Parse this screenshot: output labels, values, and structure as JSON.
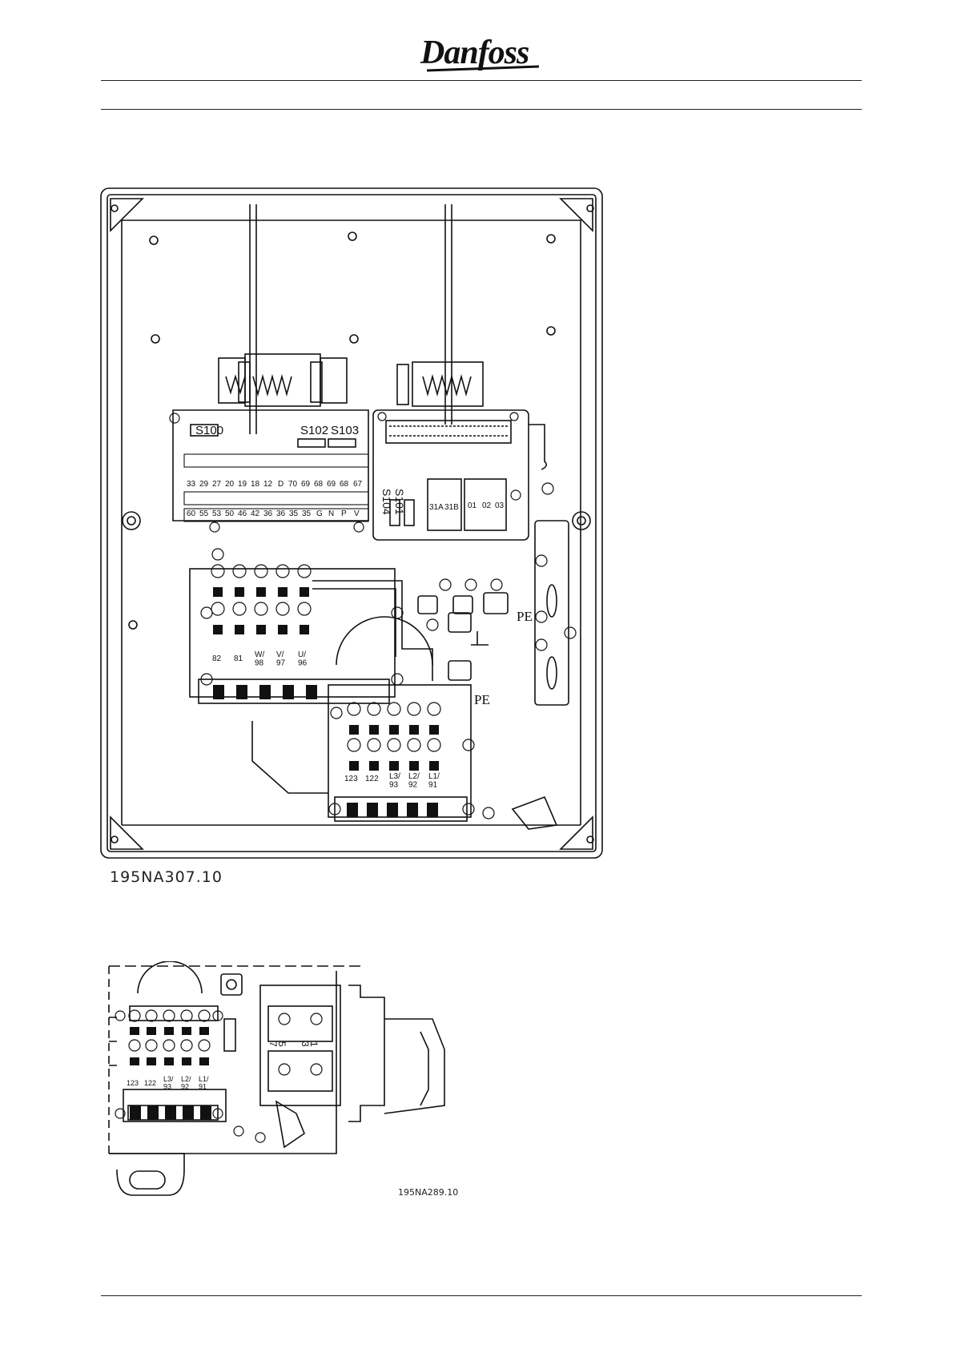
{
  "header": {
    "brand_logo": "Danfoss"
  },
  "figure1": {
    "caption": "195NA307.10",
    "switch_labels": [
      "S100",
      "S102",
      "S103",
      "S104",
      "S101"
    ],
    "control_top_row": [
      "33",
      "29",
      "27",
      "20",
      "19",
      "18",
      "12",
      "D",
      "70",
      "69",
      "68",
      "69",
      "68",
      "67"
    ],
    "control_bottom_row": [
      "60",
      "55",
      "53",
      "50",
      "46",
      "42",
      "36",
      "36",
      "35",
      "35",
      "G",
      "N",
      "P",
      "V"
    ],
    "relay_labels": [
      "31A",
      "31B",
      "01",
      "02",
      "03"
    ],
    "motor_terminal_labels": [
      "82",
      "81",
      "W/\n98",
      "V/\n97",
      "U/\n96"
    ],
    "mains_terminal_labels": [
      "123",
      "122",
      "L3/\n93",
      "L2/\n92",
      "L1/\n91"
    ],
    "pe_labels": [
      "PE",
      "PE"
    ]
  },
  "figure2": {
    "caption": "195NA289.10",
    "mains_terminal_labels": [
      "123",
      "122",
      "L3/\n93",
      "L2/\n92",
      "L1/\n91"
    ],
    "switch_markings": [
      "5",
      "7",
      "1",
      "3"
    ]
  }
}
